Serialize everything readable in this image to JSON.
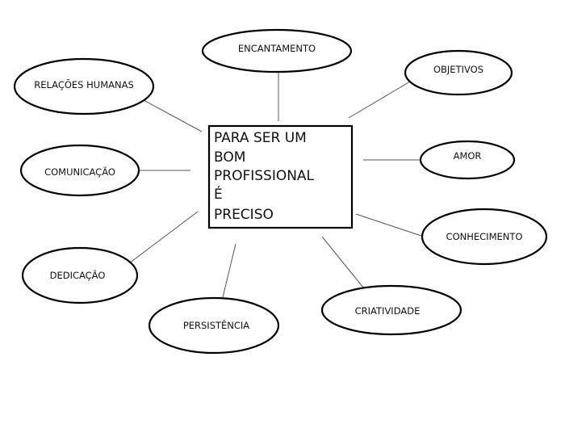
{
  "center": {
    "lines": [
      "PARA SER UM",
      "BOM",
      "PROFISSIONAL",
      "É",
      "PRECISO"
    ]
  },
  "nodes": [
    {
      "id": "encantamento",
      "label": "ENCANTAMENTO"
    },
    {
      "id": "objetivos",
      "label": "OBJETIVOS"
    },
    {
      "id": "relacoes-humanas",
      "label": "RELAÇÕES HUMANAS"
    },
    {
      "id": "comunicacao",
      "label": "COMUNICAÇÃO"
    },
    {
      "id": "amor",
      "label": "AMOR"
    },
    {
      "id": "conhecimento",
      "label": "CONHECIMENTO"
    },
    {
      "id": "dedicacao",
      "label": "DEDICAÇÃO"
    },
    {
      "id": "criatividade",
      "label": "CRIATIVIDADE"
    },
    {
      "id": "persistencia",
      "label": "PERSISTÊNCIA"
    }
  ],
  "colors": {
    "stroke": "#000000",
    "connector": "#555555",
    "background": "#ffffff"
  }
}
